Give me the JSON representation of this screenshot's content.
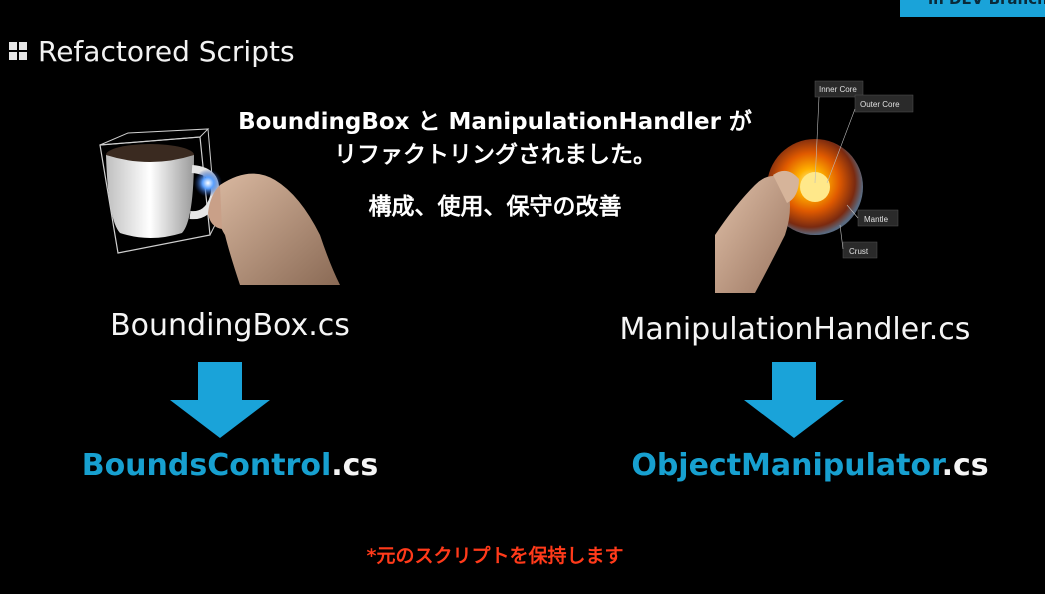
{
  "badge": {
    "text": "in DEV Branch"
  },
  "header": {
    "title": "Refactored Scripts",
    "icon": "windows-logo-icon"
  },
  "description": {
    "line1": "BoundingBox と ManipulationHandler が",
    "line2": "リファクトリングされました。",
    "line3": "構成、使用、保守の改善"
  },
  "left": {
    "old_name": "BoundingBox.cs",
    "new_name_accent": "BoundsControl",
    "new_name_suffix": ".cs"
  },
  "right": {
    "old_name": "ManipulationHandler.cs",
    "new_name_accent": "ObjectManipulator",
    "new_name_suffix": ".cs",
    "diagram_labels": {
      "inner_core": "Inner Core",
      "outer_core": "Outer Core",
      "mantle": "Mantle",
      "crust": "Crust"
    }
  },
  "footnote": "*元のスクリプトを保持します",
  "colors": {
    "accent": "#17a0d0",
    "arrow": "#1aa3d9",
    "note": "#ff3a1a",
    "background": "#000000"
  }
}
